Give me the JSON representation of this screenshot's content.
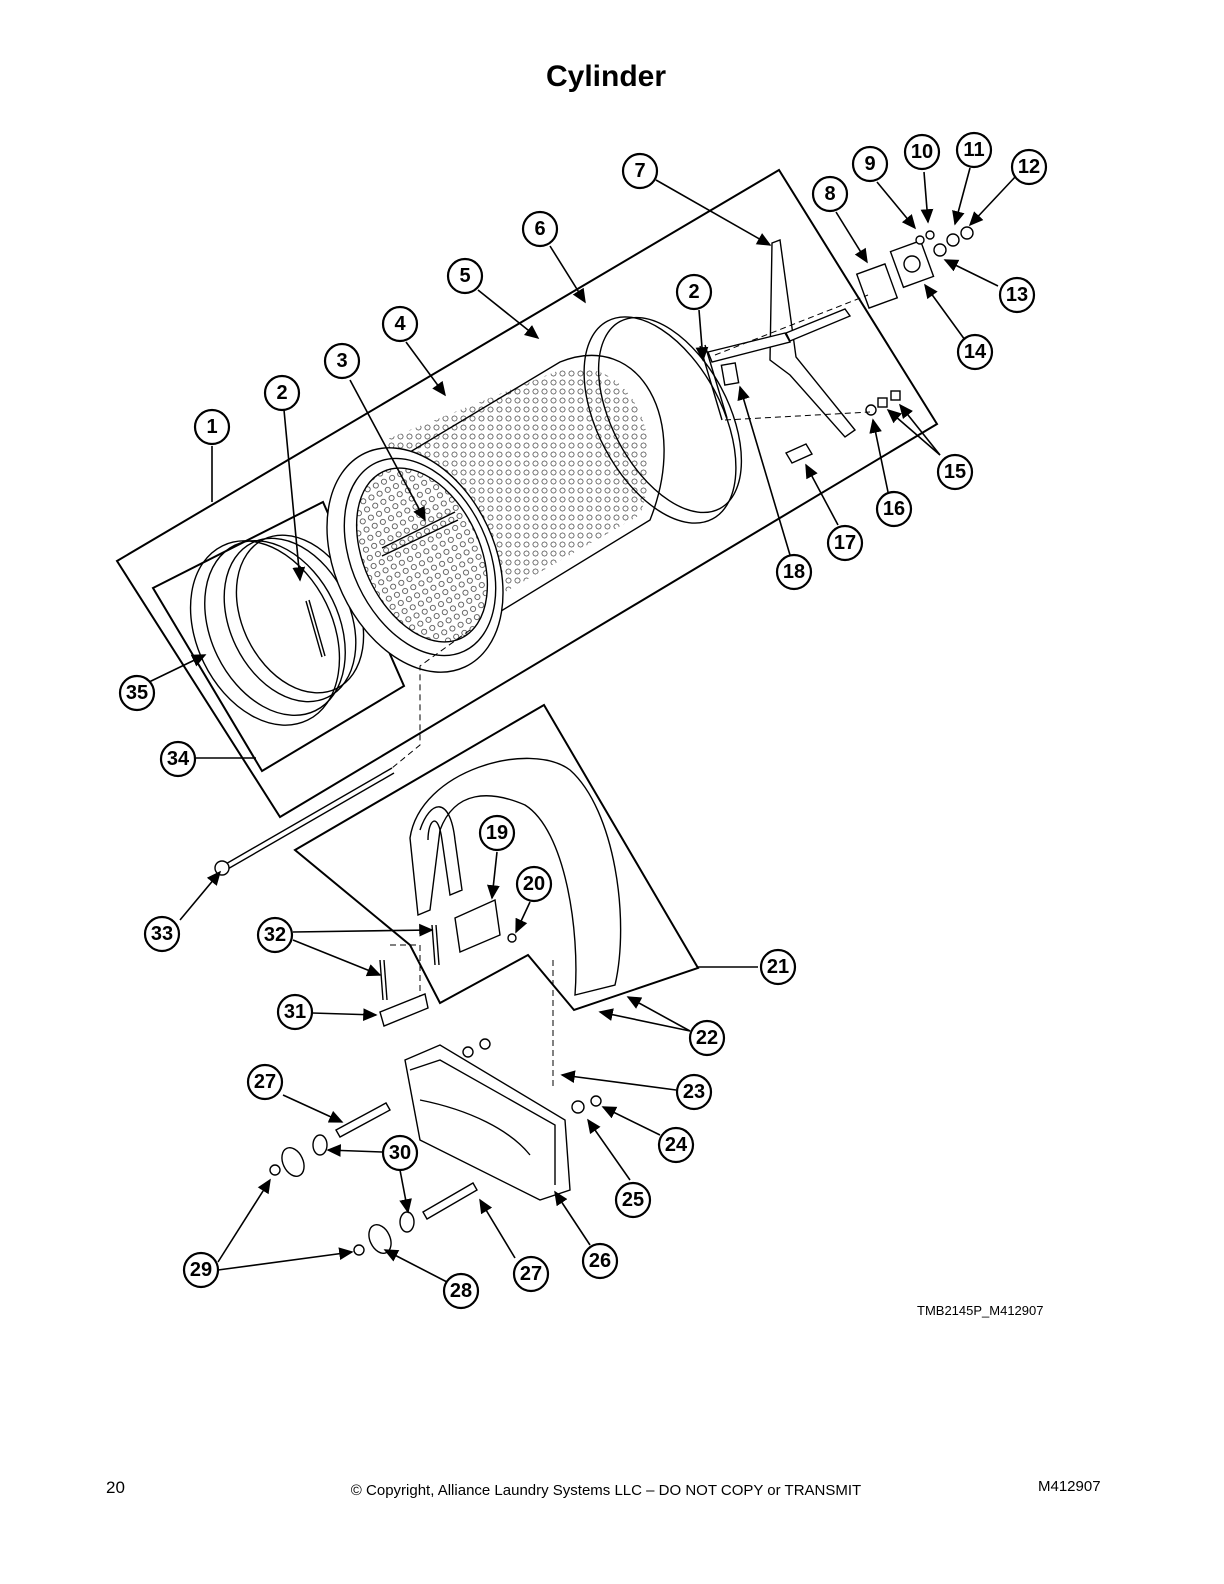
{
  "title": "Cylinder",
  "drawing_ref": "TMB2145P_M412907",
  "footer": {
    "page_number": "20",
    "copyright": "© Copyright, Alliance Laundry Systems LLC – DO NOT COPY or TRANSMIT",
    "doc_id": "M412907"
  },
  "callouts": {
    "c1": "1",
    "c2a": "2",
    "c2b": "2",
    "c3": "3",
    "c4": "4",
    "c5": "5",
    "c6": "6",
    "c7": "7",
    "c8": "8",
    "c9": "9",
    "c10": "10",
    "c11": "11",
    "c12": "12",
    "c13": "13",
    "c14": "14",
    "c15": "15",
    "c16": "16",
    "c17": "17",
    "c18": "18",
    "c19": "19",
    "c20": "20",
    "c21": "21",
    "c22": "22",
    "c23": "23",
    "c24": "24",
    "c25": "25",
    "c26": "26",
    "c27a": "27",
    "c27b": "27",
    "c28": "28",
    "c29": "29",
    "c30": "30",
    "c31": "31",
    "c32": "32",
    "c33": "33",
    "c34": "34",
    "c35": "35"
  }
}
